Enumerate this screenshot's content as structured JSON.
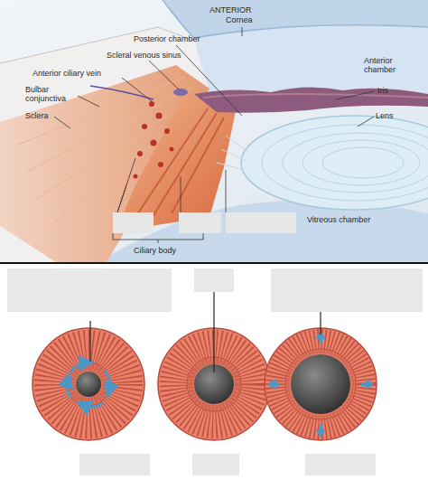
{
  "diagram": {
    "labels": [
      "ANTERIOR",
      "Cornea",
      "Posterior chamber",
      "Scleral venous sinus",
      "Anterior chamber",
      "Anterior ciliary vein",
      "Iris",
      "Bulbar conjunctiva",
      "Lens",
      "Sclera",
      "Vitreous chamber",
      "Ciliary body"
    ]
  }
}
